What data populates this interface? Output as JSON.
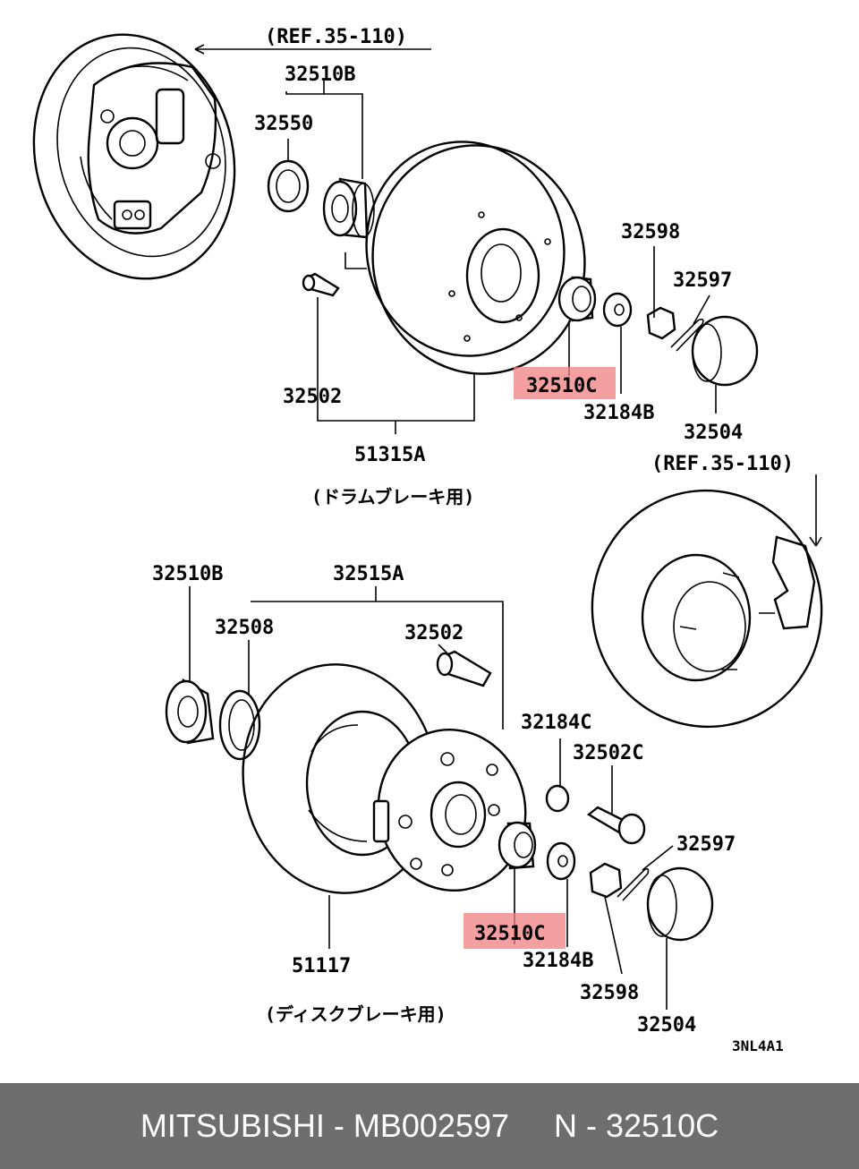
{
  "diagram": {
    "labels": {
      "ref_top": "(REF.35-110)",
      "p32510B_top": "32510B",
      "p32550": "32550",
      "p32598_top": "32598",
      "p32597_top": "32597",
      "p32510C_top": "32510C",
      "p32184B_top": "32184B",
      "p32502_top": "32502",
      "p32504_top": "32504",
      "p51315A": "51315A",
      "caption_drum": "(ドラムブレーキ用)",
      "ref_mid": "(REF.35-110)",
      "p32510B_bot": "32510B",
      "p32515A": "32515A",
      "p32508": "32508",
      "p32502_bot": "32502",
      "p32184C": "32184C",
      "p32502C": "32502C",
      "p32597_bot": "32597",
      "p32510C_bot": "32510C",
      "p32184B_bot": "32184B",
      "p51117": "51117",
      "p32598_bot": "32598",
      "p32504_bot": "32504",
      "caption_disc": "(ディスクブレーキ用)",
      "drawing_code": "3NL4A1"
    },
    "highlight_color": "#f08080"
  },
  "footer": {
    "left": "MITSUBISHI - MB002597",
    "right": "N - 32510C",
    "background": "#6e6e6e"
  }
}
